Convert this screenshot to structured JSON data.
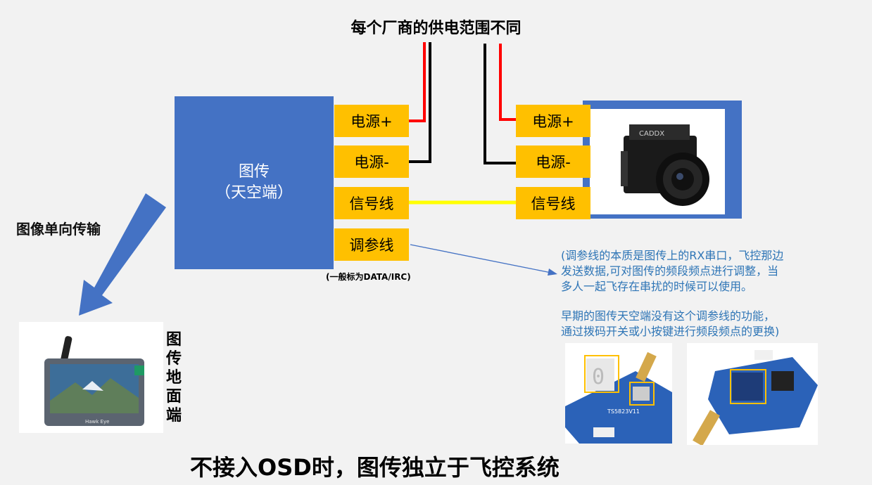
{
  "title": "每个厂商的供电范围不同",
  "vtx": {
    "line1": "图传",
    "line2": "（天空端）"
  },
  "vtx_pins": [
    "电源+",
    "电源-",
    "信号线",
    "调参线"
  ],
  "camera_pins": [
    "电源+",
    "电源-",
    "信号线"
  ],
  "camera_brand": "CADDX",
  "data_label": "(一般标为DATA/IRC)",
  "transmission_note": "图像单向传输",
  "ground_station_label": [
    "图",
    "传",
    "地",
    "面",
    "端"
  ],
  "monitor_brand": "Hawk Eye",
  "explanation_1": [
    "(调参线的本质是图传上的RX串口，飞控那边",
    "发送数据,可对图传的频段频点进行调整，当",
    "多人一起飞存在串扰的时候可以使用。"
  ],
  "explanation_2": [
    "早期的图传天空端没有这个调参线的功能，",
    "通过拨码开关或小按键进行频段频点的更换)"
  ],
  "pcb_marking": "TS5823V11",
  "bottom_title": "不接入OSD时，图传独立于飞控系统",
  "colors": {
    "blue": "#4472c4",
    "pin_yellow": "#ffc000",
    "wire_red": "#ff0000",
    "wire_black": "#000000",
    "signal": "#ffff00",
    "note_blue": "#2e75b6"
  }
}
